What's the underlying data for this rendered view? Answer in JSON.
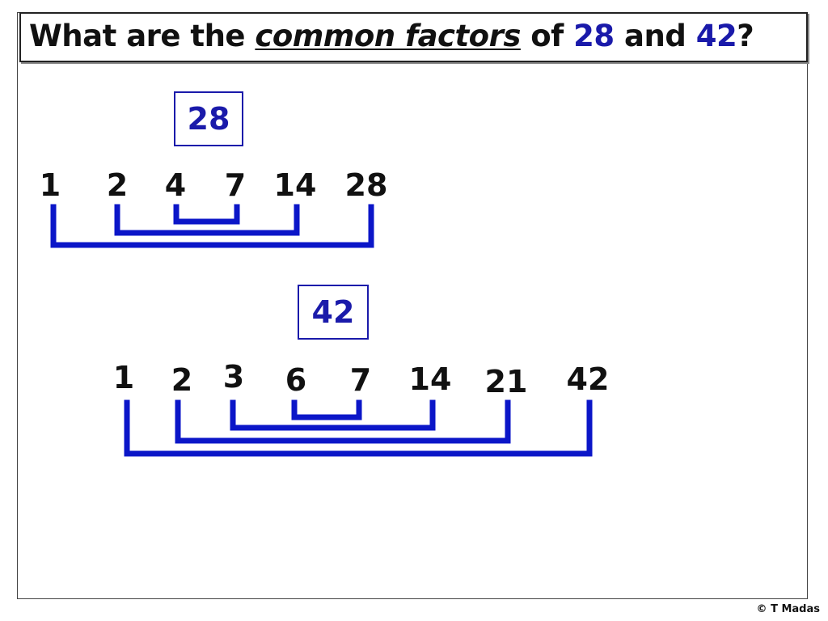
{
  "title": {
    "prefix": "What are the ",
    "emphasis": "common factors",
    "middle": " of ",
    "num_a": "28",
    "and": " and ",
    "num_b": "42",
    "suffix": "?"
  },
  "set_a": {
    "number": "28",
    "factors": [
      "1",
      "2",
      "4",
      "7",
      "14",
      "28"
    ]
  },
  "set_b": {
    "number": "42",
    "factors": [
      "1",
      "2",
      "3",
      "6",
      "7",
      "14",
      "21",
      "42"
    ]
  },
  "copyright": "© T Madas",
  "colors": {
    "accent": "#1a1aaa",
    "bracket": "#0b16c8",
    "text": "#111111"
  }
}
